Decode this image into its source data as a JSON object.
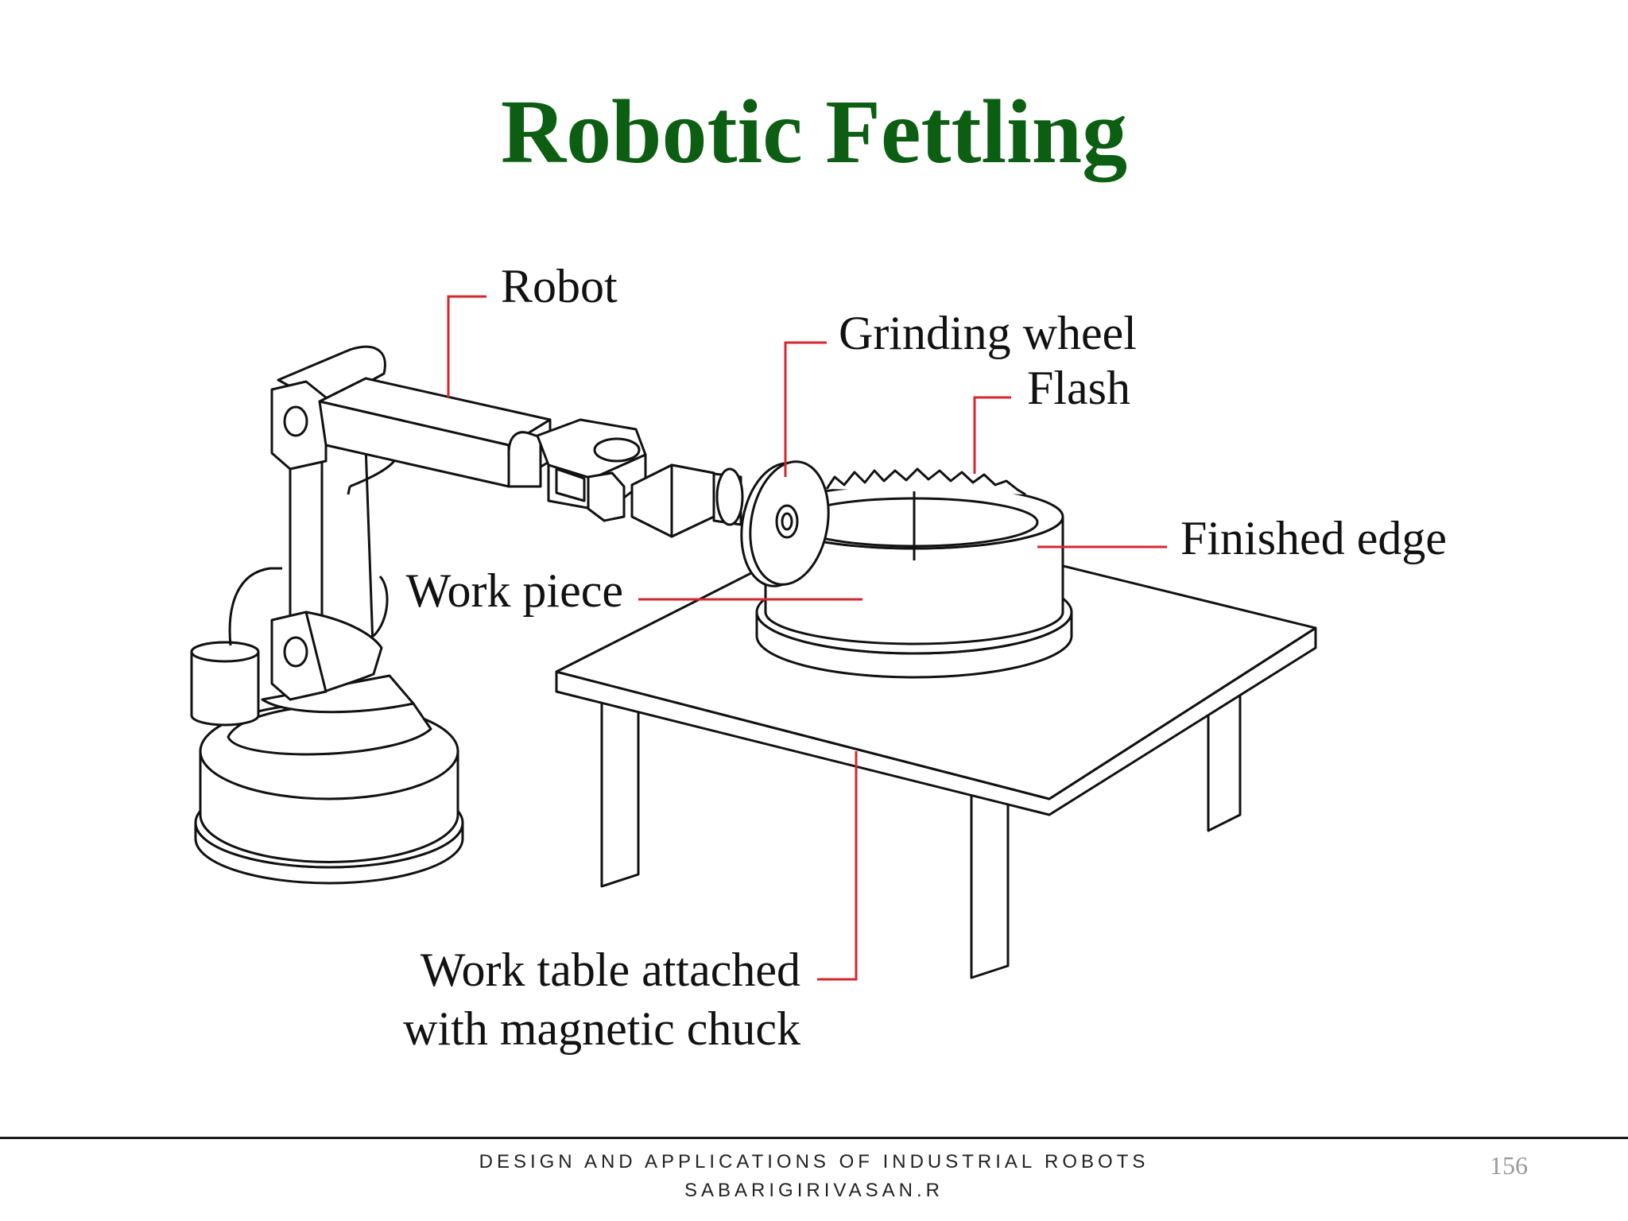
{
  "slide": {
    "title": "Robotic Fettling",
    "page_number": "156"
  },
  "diagram": {
    "labels": {
      "robot": "Robot",
      "grinding_wheel": "Grinding wheel",
      "flash": "Flash",
      "finished_edge": "Finished edge",
      "work_piece": "Work piece",
      "work_table_line1": "Work table attached",
      "work_table_line2": "with magnetic chuck"
    },
    "colors": {
      "title": "#0b5e12",
      "leader_line": "#d8262d",
      "drawing_stroke": "#111111"
    }
  },
  "footer": {
    "course": "DESIGN AND APPLICATIONS OF INDUSTRIAL ROBOTS",
    "author": "SABARIGIRIVASAN.R"
  }
}
